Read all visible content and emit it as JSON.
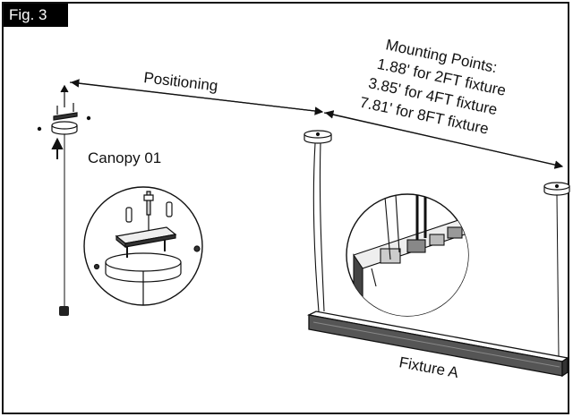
{
  "figure": {
    "label": "Fig. 3",
    "positioning_label": "Positioning",
    "canopy_label": "Canopy 01",
    "fixture_label": "Fixture A",
    "mounting_points": {
      "title": "Mounting Points:",
      "lines": [
        "1.88' for 2FT fixture",
        "3.85' for 4FT fixture",
        "7.81' for 8FT fixture"
      ]
    }
  },
  "colors": {
    "ink": "#111111",
    "background": "#ffffff",
    "fixture_shade": "#555555"
  }
}
